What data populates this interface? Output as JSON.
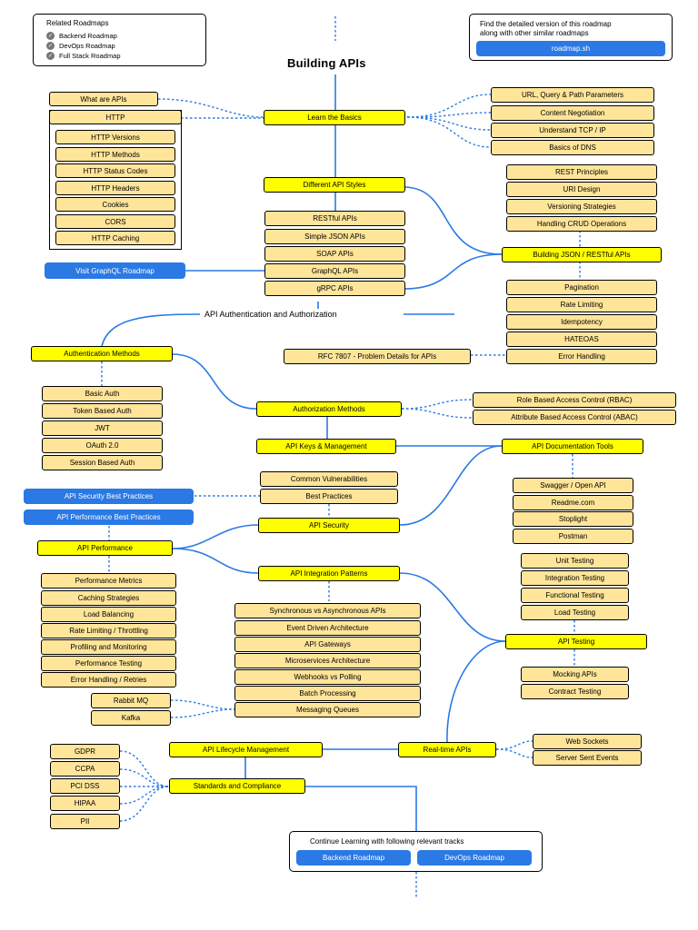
{
  "title": "Building APIs",
  "related": {
    "heading": "Related Roadmaps",
    "items": [
      "Backend Roadmap",
      "DevOps Roadmap",
      "Full Stack Roadmap"
    ],
    "check_icon": "check-circle-icon"
  },
  "info": {
    "text_line1": "Find the detailed version of this roadmap",
    "text_line2": "along with other similar roadmaps",
    "button": "roadmap.sh"
  },
  "basics": {
    "main": "Learn the Basics",
    "left": [
      "What are APIs",
      "HTTP"
    ],
    "http_children": [
      "HTTP Versions",
      "HTTP Methods",
      "HTTP Status Codes",
      "HTTP Headers",
      "Cookies",
      "CORS",
      "HTTP Caching"
    ],
    "right": [
      "URL, Query & Path Parameters",
      "Content Negotiation",
      "Understand TCP / IP",
      "Basics of DNS"
    ]
  },
  "styles": {
    "main": "Different API Styles",
    "items": [
      "RESTful APIs",
      "Simple JSON APIs",
      "SOAP APIs",
      "GraphQL APIs",
      "gRPC APIs"
    ],
    "graphql_link": "Visit GraphQL Roadmap"
  },
  "building": {
    "main": "Building JSON / RESTful APIs",
    "above": [
      "REST Principles",
      "URI Design",
      "Versioning Strategies",
      "Handling CRUD Operations"
    ],
    "below": [
      "Pagination",
      "Rate Limiting",
      "Idempotency",
      "HATEOAS",
      "Error Handling"
    ],
    "rfc": "RFC 7807 - Problem Details for APIs"
  },
  "auth_section": "API Authentication and Authorization",
  "authn": {
    "main": "Authentication Methods",
    "items": [
      "Basic Auth",
      "Token Based Auth",
      "JWT",
      "OAuth 2.0",
      "Session Based Auth"
    ]
  },
  "authz": {
    "main": "Authorization Methods",
    "items": [
      "Role Based Access Control (RBAC)",
      "Attribute Based Access Control (ABAC)"
    ]
  },
  "keys": "API Keys & Management",
  "docs": {
    "main": "API Documentation Tools",
    "items": [
      "Swagger / Open API",
      "Readme.com",
      "Stoplight",
      "Postman"
    ]
  },
  "security": {
    "main": "API Security",
    "items": [
      "Common Vulnerabilities",
      "Best Practices"
    ],
    "link": "API Security Best Practices"
  },
  "performance": {
    "main": "API Performance",
    "link": "API Performance Best Practices",
    "items": [
      "Performance Metrics",
      "Caching Strategies",
      "Load Balancing",
      "Rate Limiting / Throttling",
      "Profiling and Monitoring",
      "Performance Testing",
      "Error Handling / Retries"
    ]
  },
  "integration": {
    "main": "API Integration Patterns",
    "items": [
      "Synchronous vs Asynchronous APIs",
      "Event Driven Architecture",
      "API Gateways",
      "Microservices Architecture",
      "Webhooks vs Polling",
      "Batch Processing",
      "Messaging Queues"
    ],
    "queues": [
      "Rabbit MQ",
      "Kafka"
    ]
  },
  "testing": {
    "main": "API Testing",
    "above": [
      "Unit Testing",
      "Integration Testing",
      "Functional Testing",
      "Load Testing"
    ],
    "below": [
      "Mocking APIs",
      "Contract Testing"
    ]
  },
  "realtime": {
    "main": "Real-time APIs",
    "items": [
      "Web Sockets",
      "Server Sent Events"
    ]
  },
  "lifecycle": "API Lifecycle Management",
  "standards": {
    "main": "Standards and Compliance",
    "items": [
      "GDPR",
      "CCPA",
      "PCI DSS",
      "HIPAA",
      "PII"
    ]
  },
  "continue": {
    "text": "Continue Learning with following relevant tracks",
    "buttons": [
      "Backend Roadmap",
      "DevOps Roadmap"
    ]
  },
  "colors": {
    "topic": "#ffff00",
    "subtopic": "#ffe599",
    "link_blue": "#2a79e4",
    "connector": "#2a79e4"
  }
}
